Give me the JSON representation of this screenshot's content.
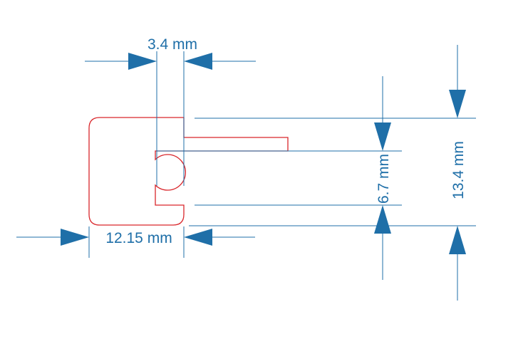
{
  "colors": {
    "dimension": "#1f6fa8",
    "outline": "#d9262b",
    "background": "#ffffff"
  },
  "dimensions": {
    "slot_width": "3.4 mm",
    "overall_width": "12.15 mm",
    "slot_height": "6.7 mm",
    "overall_height": "13.4 mm"
  }
}
